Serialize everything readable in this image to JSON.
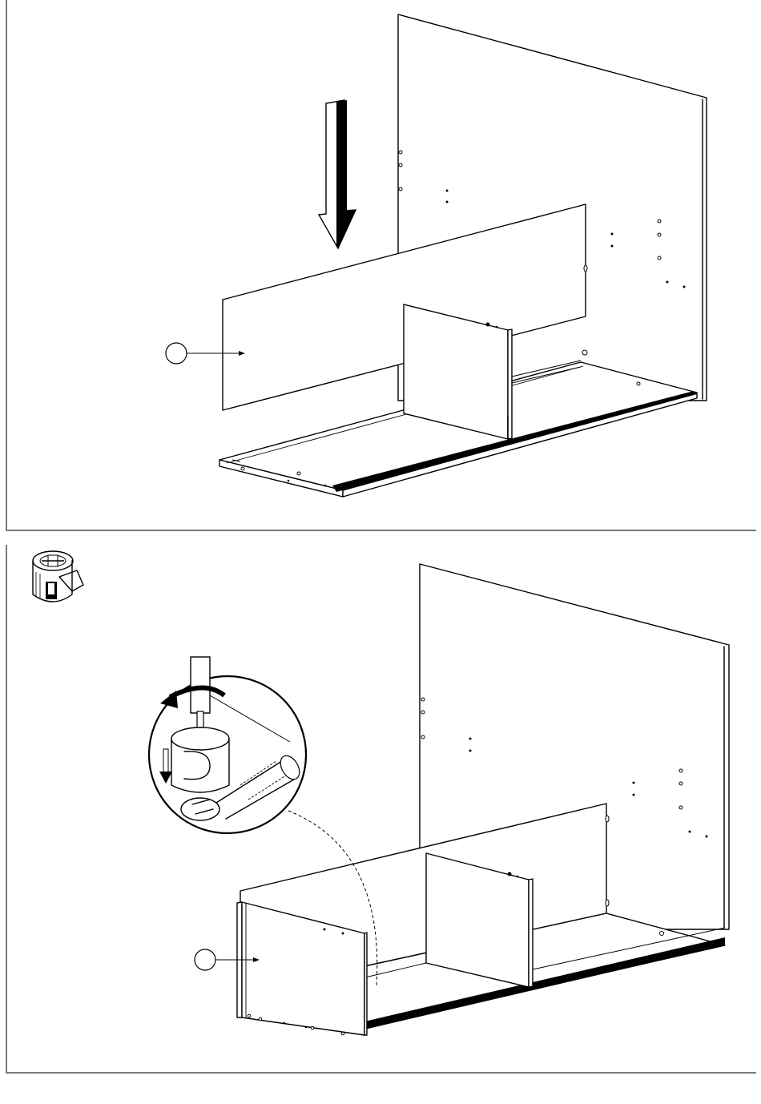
{
  "steps": [
    {
      "id": "step-1",
      "part_callout": {
        "label": ""
      },
      "arrow": "down"
    },
    {
      "id": "step-2",
      "part_callout": {
        "label": ""
      },
      "fitting_icon": "cam-lock-icon",
      "detail": "screwdriver-tighten-cam-lock"
    }
  ],
  "colors": {
    "line": "#000000",
    "frame": "#7a7a7a",
    "background": "#ffffff"
  }
}
